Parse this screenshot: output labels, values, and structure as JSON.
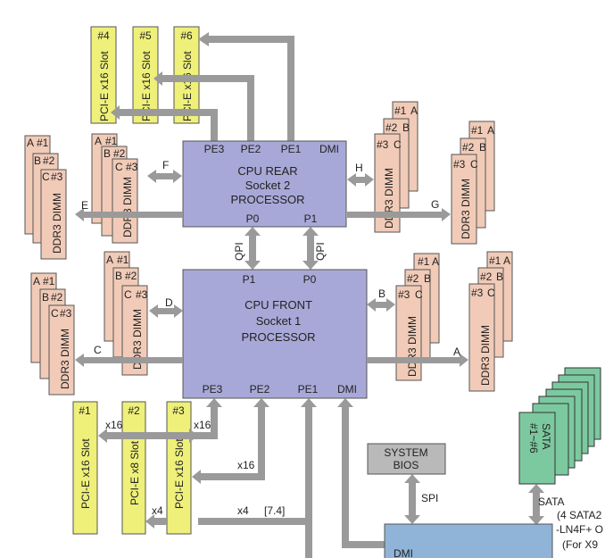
{
  "cpu_rear": {
    "line1": "CPU REAR",
    "line2": "Socket  2",
    "line3": "PROCESSOR",
    "ports": [
      "PE3",
      "PE2",
      "PE1",
      "DMI"
    ],
    "p0": "P0",
    "p1": "P1"
  },
  "cpu_front": {
    "line1": "CPU FRONT",
    "line2": "Socket 1",
    "line3": "PROCESSOR",
    "ports": [
      "PE3",
      "PE2",
      "PE1",
      "DMI"
    ],
    "p1": "P1",
    "p0": "P0"
  },
  "qpi": "QPI",
  "slots_top": [
    "#4",
    "#5",
    "#6"
  ],
  "slots_bottom": [
    "#1",
    "#2",
    "#3"
  ],
  "slot_x16": "PCI-E x16 Slot",
  "slot_x8": "PCI-E x8 Slot",
  "dimm_label": "DDR3 DIMM",
  "dimm_tabs": {
    "a": "A",
    "b": "B",
    "c": "C",
    "n1": "#1",
    "n2": "#2",
    "n3": "#3"
  },
  "channels": {
    "e": "E",
    "f": "F",
    "h": "H",
    "g": "G",
    "c": "C",
    "d": "D",
    "b": "B",
    "a": "A"
  },
  "links": {
    "x16_a": "x16",
    "x16_b": "x16",
    "x16_c": "x16",
    "x4_a": "x4",
    "x4_b": "x4",
    "ref": "[7.4]"
  },
  "bios": {
    "line1": "SYSTEM",
    "line2": "BIOS"
  },
  "spi": "SPI",
  "sata": {
    "line1": "SATA",
    "line2": "#1~#6",
    "bus": "SATA",
    "note1": "(4 SATA2",
    "note2": "-LN4F+ O",
    "note3": "(For X9"
  },
  "pch": {
    "label": "DMI"
  }
}
